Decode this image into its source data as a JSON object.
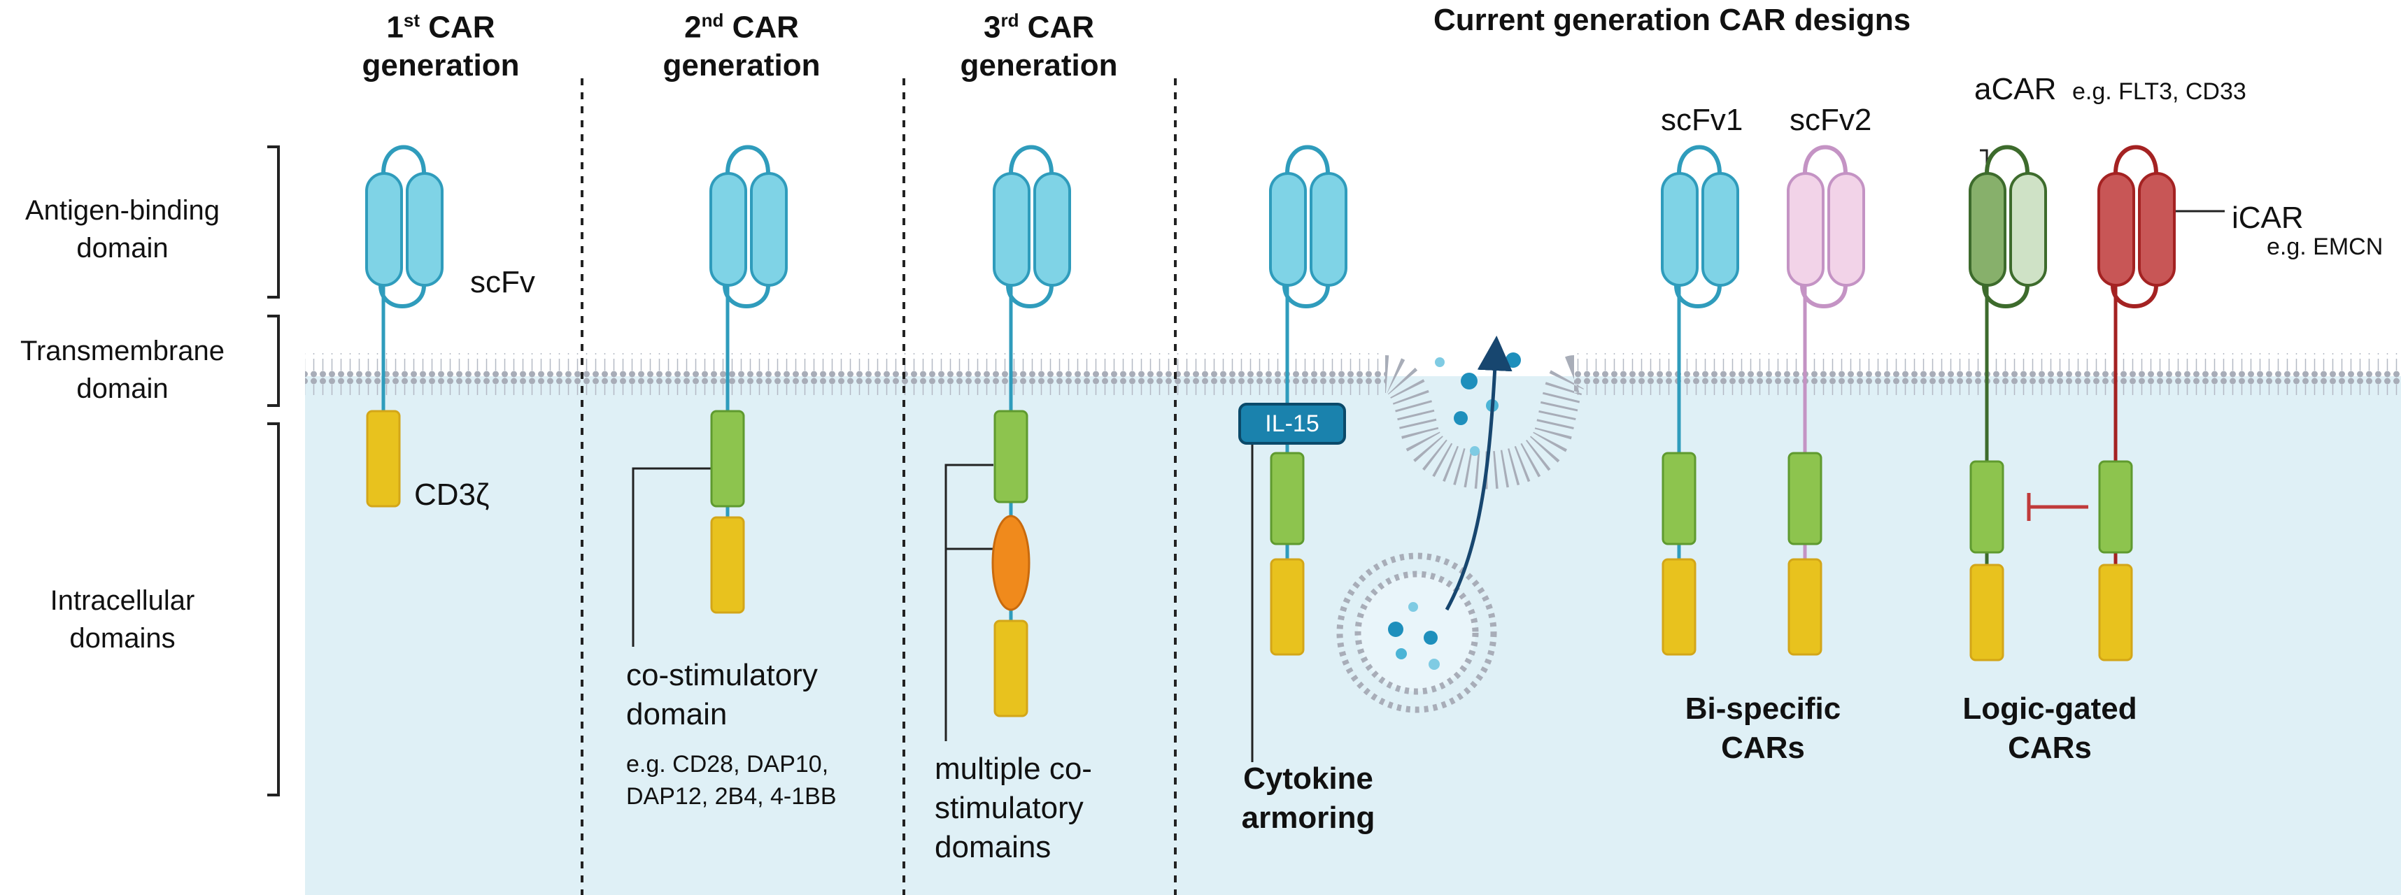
{
  "headers": {
    "gen1": {
      "num": "1",
      "sup": "st",
      "rest": " CAR",
      "line2": "generation"
    },
    "gen2": {
      "num": "2",
      "sup": "nd",
      "rest": " CAR",
      "line2": "generation"
    },
    "gen3": {
      "num": "3",
      "sup": "rd",
      "rest": " CAR",
      "line2": "generation"
    },
    "current": "Current generation CAR designs"
  },
  "side_labels": {
    "antigen_1": "Antigen-binding",
    "antigen_2": "domain",
    "transmembrane_1": "Transmembrane",
    "transmembrane_2": "domain",
    "intracellular_1": "Intracellular",
    "intracellular_2": "domains"
  },
  "labels": {
    "scfv": "scFv",
    "cd3z": "CD3ζ",
    "costim_1": "co-stimulatory",
    "costim_2": "domain",
    "costim_eg_1": "e.g. CD28, DAP10,",
    "costim_eg_2": "DAP12, 2B4, 4-1BB",
    "multi_1": "multiple co-",
    "multi_2": "stimulatory",
    "multi_3": "domains",
    "il15": "IL-15",
    "cytokine_1": "Cytokine",
    "cytokine_2": "armoring",
    "scfv1": "scFv1",
    "scfv2": "scFv2",
    "bispecific_1": "Bi-specific",
    "bispecific_2": "CARs",
    "acar": "aCAR",
    "acar_eg": "e.g. FLT3, CD33",
    "icar": "iCAR",
    "icar_eg": "e.g. EMCN",
    "logic_1": "Logic-gated",
    "logic_2": "CARs"
  },
  "colors": {
    "cytoplasm": "#dff0f6",
    "membrane": "#a8adb8",
    "scfv_fill": "#7fd3e6",
    "scfv_stroke": "#2f9cbc",
    "cd3z_fill": "#e8c21e",
    "cd3z_stroke": "#d3a618",
    "costim_fill": "#8dc44e",
    "costim_stroke": "#5f9a2f",
    "orange_fill": "#f08a1c",
    "orange_stroke": "#c96a0d",
    "pink_fill": "#f2d3e8",
    "pink_stroke": "#c493c4",
    "acar_dark": "#87b06b",
    "acar_light": "#cfe2c6",
    "acar_stroke": "#3d6b2c",
    "icar_fill": "#c85656",
    "icar_stroke": "#a42222",
    "il15_fill": "#1a82ad",
    "il15_stroke": "#0b4a6a",
    "arrow": "#17466f"
  }
}
